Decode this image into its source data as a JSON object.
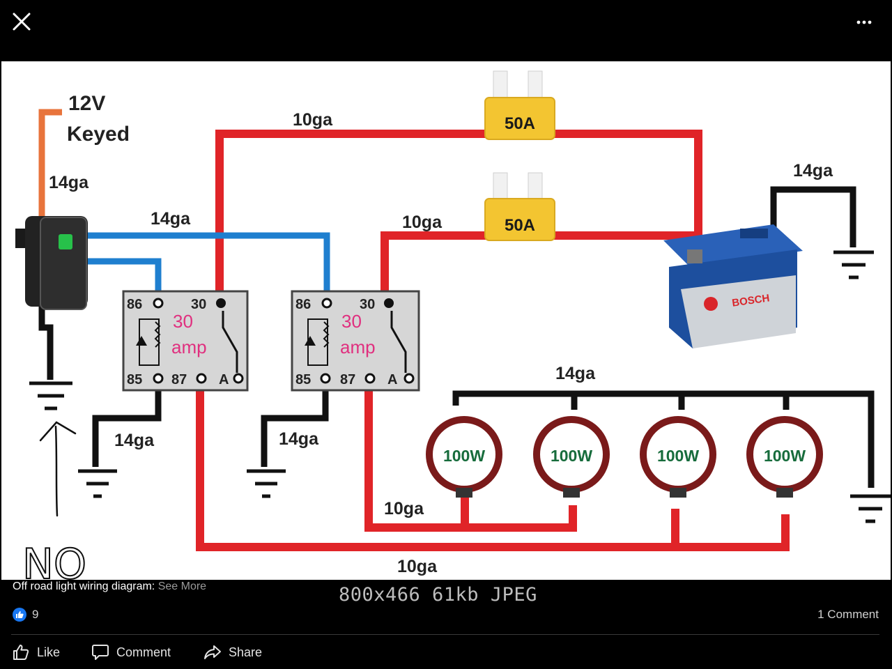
{
  "viewer": {
    "close_icon": "close-icon",
    "more_icon": "more-dots-icon"
  },
  "diagram": {
    "switch_supply_label_line1": "12V",
    "switch_supply_label_line2": "Keyed",
    "switch_wire_gauge": "14ga",
    "trigger_wire_gauge": "14ga",
    "top_feed_gauge": "10ga",
    "second_feed_gauge": "10ga",
    "fuse_top_label": "50A",
    "fuse_bottom_label": "50A",
    "battery_ground_gauge": "14ga",
    "battery_brand": "BOSCH",
    "lights_ground_gauge": "14ga",
    "relay1_ground_gauge": "14ga",
    "relay2_ground_gauge": "14ga",
    "relay_rating_line1": "30",
    "relay_rating_line2": "amp",
    "relay_pin_86": "86",
    "relay_pin_30": "30",
    "relay_pin_85": "85",
    "relay_pin_87": "87",
    "relay_pin_a": "A",
    "lamp_labels": [
      "100W",
      "100W",
      "100W",
      "100W"
    ],
    "lamp_pair_wire_gauge": "10ga",
    "bottom_wire_gauge": "10ga",
    "handwritten_note": "NO"
  },
  "post": {
    "caption": "Off road light wiring diagram:",
    "see_more": "See More",
    "image_meta": "800x466 61kb JPEG",
    "like_count": "9",
    "comment_count": "1 Comment"
  },
  "actions": {
    "like_label": "Like",
    "comment_label": "Comment",
    "share_label": "Share"
  },
  "colors": {
    "wire_red": "#e02428",
    "wire_blue": "#1f7fcf",
    "wire_black": "#111111",
    "wire_orange": "#e8743c",
    "relay_pink": "#e0307f",
    "fuse_yellow": "#f3c531",
    "accent_blue": "#1877f2"
  }
}
